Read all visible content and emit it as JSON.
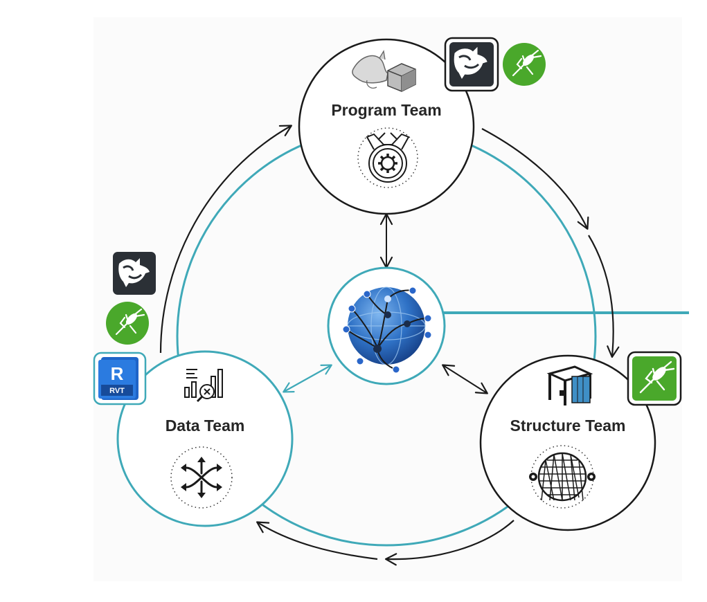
{
  "teams": {
    "program": {
      "title": "Program Team"
    },
    "data": {
      "title": "Data Team"
    },
    "structure": {
      "title": "Structure Team"
    }
  },
  "badges": {
    "revit": {
      "letter": "R",
      "label": "RVT"
    }
  },
  "icons": {
    "program": [
      "rhino-3d-sketch-icon",
      "medal-gear-icon",
      "rhino-app-icon",
      "grasshopper-app-icon"
    ],
    "data": [
      "data-analysis-icon",
      "transform-arrows-icon",
      "rhino-app-icon",
      "grasshopper-app-icon",
      "revit-app-icon"
    ],
    "structure": [
      "steel-frame-icon",
      "geodesic-dome-icon",
      "grasshopper-app-icon"
    ],
    "center": [
      "global-network-icon"
    ]
  },
  "colors": {
    "teal": "#3fa9b8",
    "outline": "#1a1a1a",
    "rhino_bg": "#2b3036",
    "grasshopper_bg": "#4aa82b",
    "revit_bg": "#1f64c8",
    "globe": "#2f72c6"
  }
}
